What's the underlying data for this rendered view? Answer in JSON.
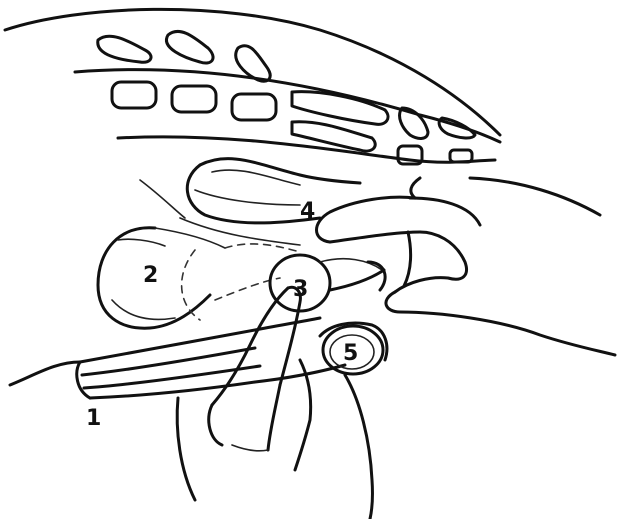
{
  "labels": {
    "one": "1",
    "two": "2",
    "three": "3",
    "four": "4",
    "five": "5"
  },
  "colors": {
    "ink": "#111111",
    "background": "#ffffff"
  }
}
